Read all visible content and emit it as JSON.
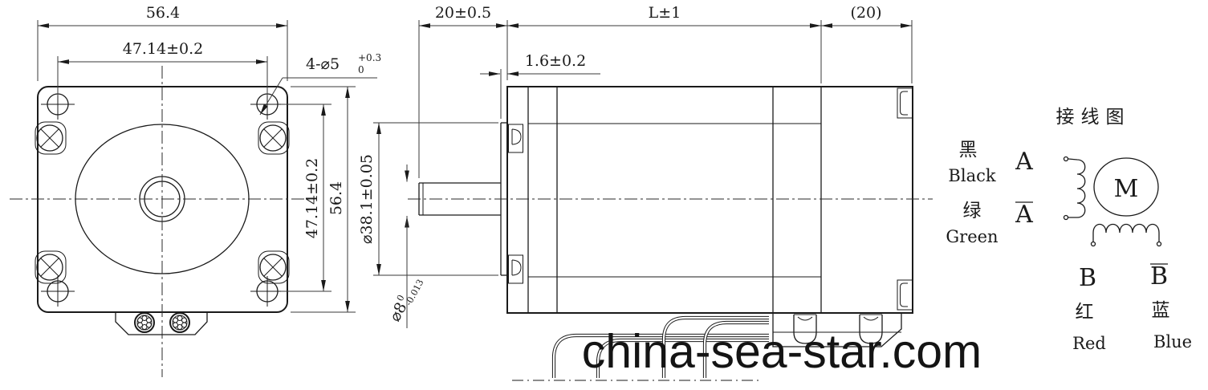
{
  "front": {
    "dim_top_outer": "56.4",
    "dim_top_inner": "47.14±0.2",
    "dim_right_inner": "47.14±0.2",
    "dim_right_outer": "56.4",
    "callout_main": "4-⌀5",
    "callout_tol_upper": "+0.3",
    "callout_tol_lower": "0"
  },
  "side": {
    "dim_shaft_len": "20±0.5",
    "dim_len": "L±1",
    "dim_rear": "(20)",
    "dim_boss": "1.6±0.2",
    "dim_boss_dia": "⌀38.1±0.05",
    "shaft_dia_main": "⌀8",
    "shaft_dia_tol_upper": "0",
    "shaft_dia_tol_lower": "-0.013"
  },
  "wiring": {
    "title": "接线图",
    "black_cn": "黑",
    "black_en": "Black",
    "a_label": "A",
    "a_bar_label": "A",
    "green_cn": "绿",
    "green_en": "Green",
    "b_label": "B",
    "b_bar_label": "B",
    "red_cn": "红",
    "red_en": "Red",
    "blue_cn": "蓝",
    "blue_en": "Blue",
    "motor": "M"
  },
  "watermark": "china-sea-star.com",
  "colors": {
    "line": "#1a1a1a",
    "bg": "#ffffff",
    "watermark": "#141414"
  }
}
